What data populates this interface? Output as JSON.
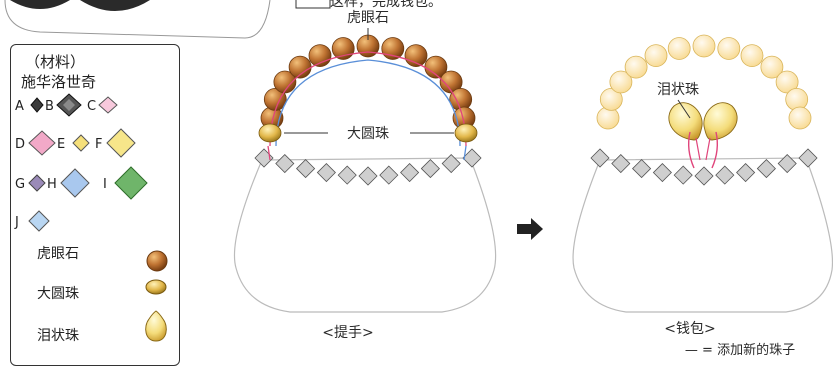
{
  "top_note": "  这样，完成钱包。",
  "materials": {
    "title": "（材料）",
    "brand": "施华洛世奇",
    "crystal_letters": [
      "A",
      "B",
      "C",
      "D",
      "E",
      "F",
      "G",
      "H",
      "I",
      "J"
    ],
    "bead_labels": [
      "虎眼石",
      "大圆珠",
      "泪状珠"
    ]
  },
  "left_figure": {
    "label_tiger": "虎眼石",
    "label_round": "大圆珠",
    "caption": "<提手>"
  },
  "right_figure": {
    "label_tear": "泪状珠",
    "caption": "<钱包>"
  },
  "legend_note": "— = 添加新的珠子",
  "colors": {
    "tiger_eye": "#b8692e",
    "round_bead": "#e0b84a",
    "pale_bead": "#fbe3a0",
    "crystal_gray": "#c9c9c9",
    "thread_pink": "#e0457b",
    "thread_blue": "#5a8fd8"
  }
}
